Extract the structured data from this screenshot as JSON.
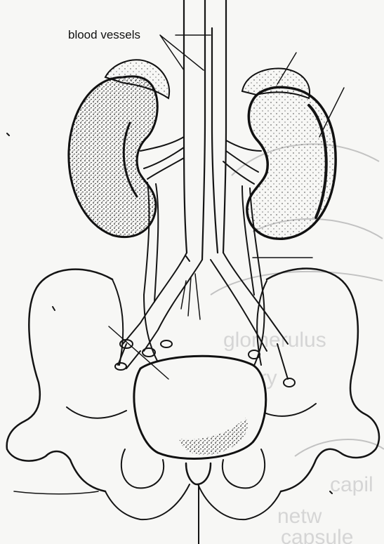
{
  "diagram": {
    "labels": {
      "blood_vessels": "blood vessels"
    },
    "colors": {
      "ink": "#141414",
      "paper": "#f7f7f5",
      "bleed_through": "#d2d2d2"
    },
    "bleed_through_text": [
      "glomerulus",
      "artery",
      "capil",
      "netw",
      "capsule"
    ]
  }
}
